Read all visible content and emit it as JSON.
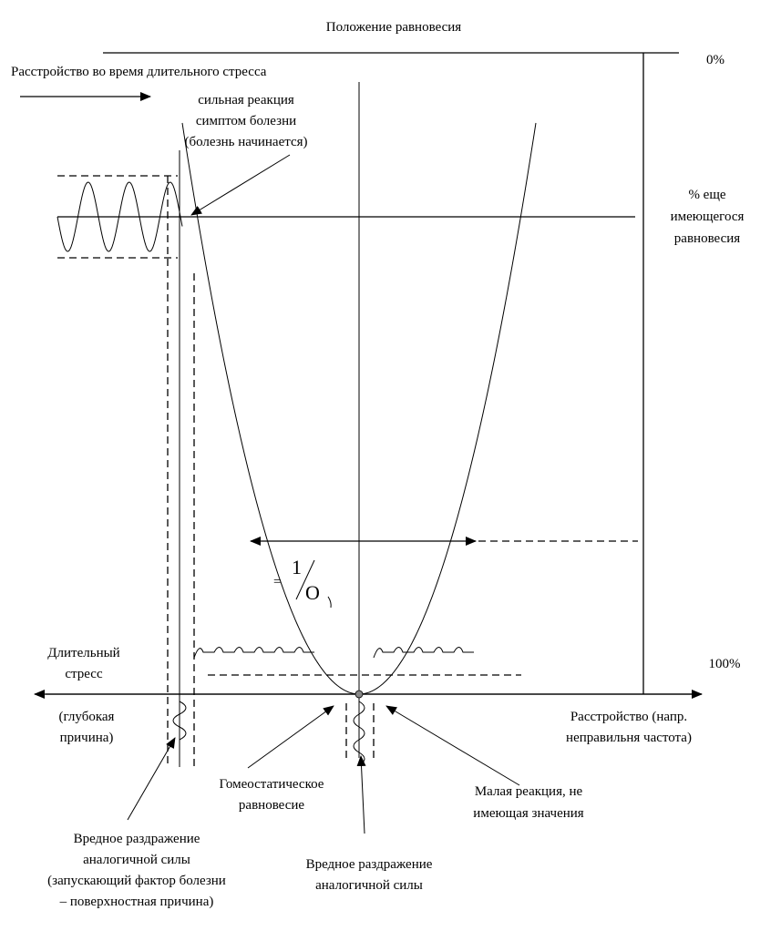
{
  "title": "Положение равновесия",
  "zero_percent": "0%",
  "hundred_percent": "100%",
  "top_left_label": "Расстройство во время длительного стресса",
  "strong_reaction": [
    "сильная реакция",
    "симптом болезни",
    "(болезнь начинается)"
  ],
  "remaining_balance": [
    "% еще",
    "имеющегося",
    "равновесия"
  ],
  "formula": {
    "eq": "=",
    "num": "1",
    "den": "O"
  },
  "long_stress": [
    "Длительный",
    "стресс"
  ],
  "deep_cause": [
    "(глубокая",
    "причина)"
  ],
  "disorder": [
    "Расстройство (напр.",
    "неправильня частота)"
  ],
  "homeostatic": [
    "Гомеостатическое",
    "равновесие"
  ],
  "small_reaction": [
    "Малая реакция, не",
    "имеющая значения"
  ],
  "harmful_left": [
    "Вредное раздражение",
    "аналогичной силы",
    "(запускающий фактор болезни",
    "– поверхностная причина)"
  ],
  "harmful_center": [
    "Вредное раздражение",
    "аналогичной силы"
  ],
  "colors": {
    "line": "#000000",
    "vertex": "#888888"
  }
}
